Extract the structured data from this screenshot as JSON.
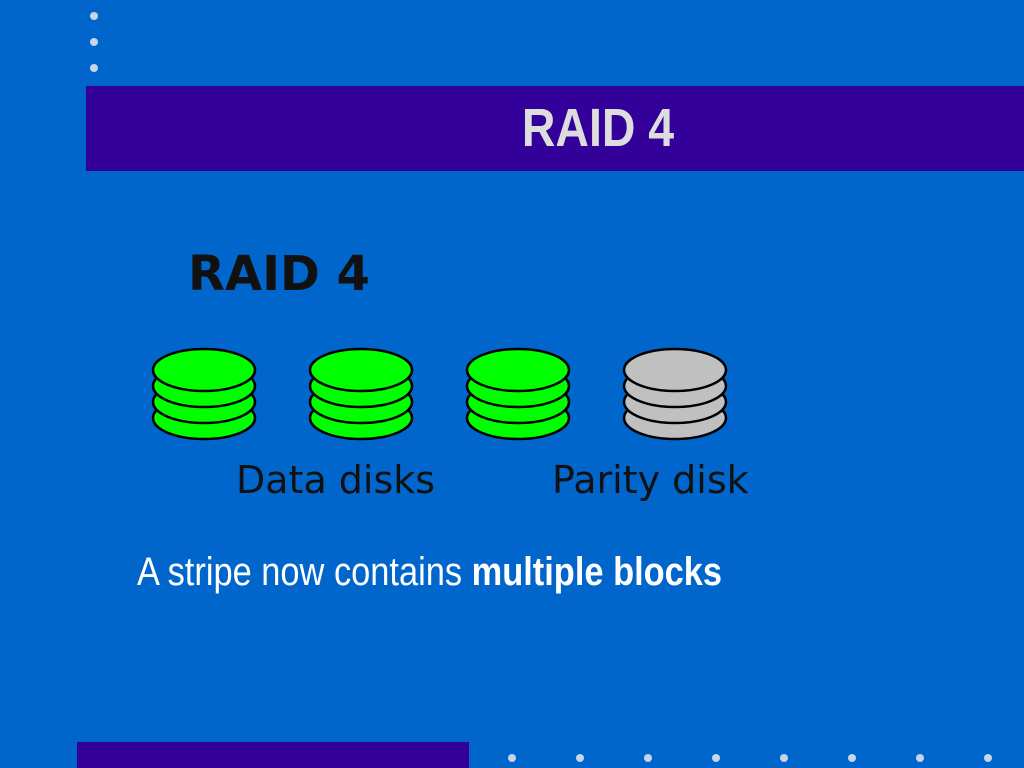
{
  "slide": {
    "title": "RAID 4"
  },
  "figure": {
    "title": "RAID 4",
    "data_disks_label": "Data disks",
    "parity_disk_label": "Parity disk",
    "data_disk_count": 3,
    "parity_disk_count": 1,
    "platters_per_disk": 4,
    "colors": {
      "data_disk": "#00ff00",
      "parity_disk": "#c0c0c0",
      "outline": "#000000"
    }
  },
  "caption": {
    "prefix": "A stripe now contains ",
    "emphasis": "multiple blocks"
  },
  "theme": {
    "background": "#0066cc",
    "band": "#330099",
    "title_text": "#dddddd",
    "dot": "#c8d4e8"
  }
}
